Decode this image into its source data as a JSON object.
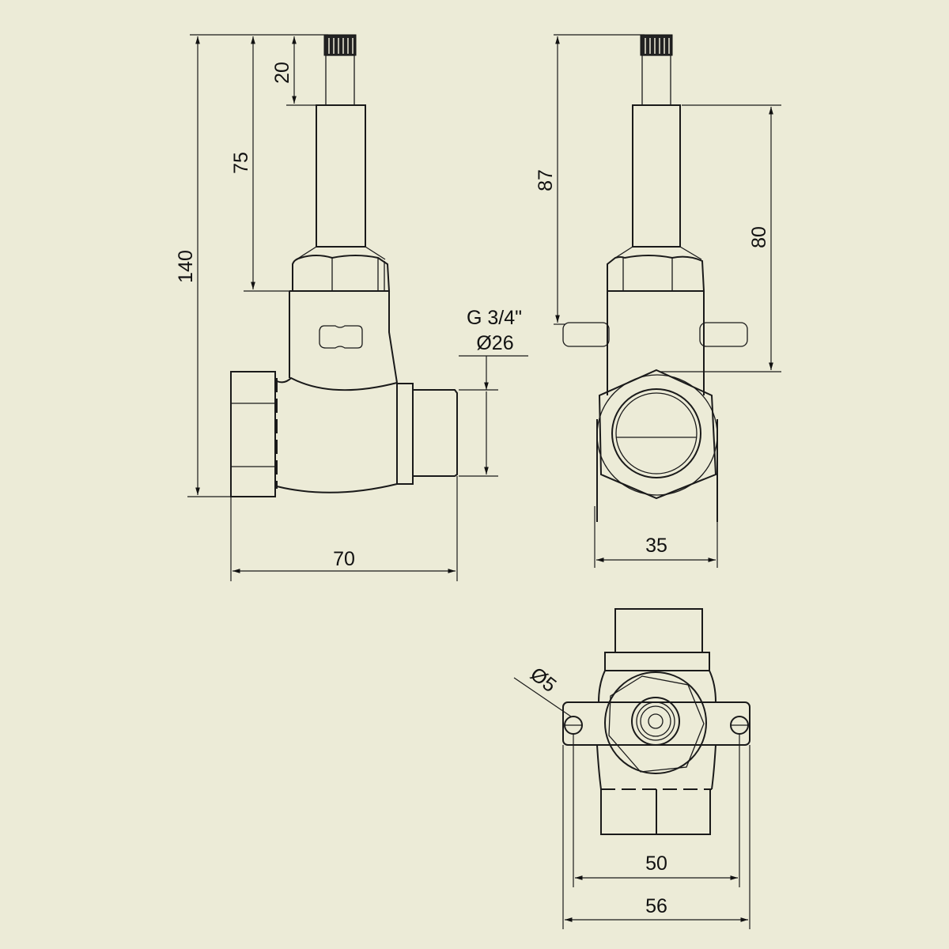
{
  "drawing": {
    "background_color": "#ECEBD7",
    "line_color": "#1a1a1a",
    "side_view": {
      "dim_total_height": "140",
      "dim_stem_to_body": "75",
      "dim_spindle": "20",
      "dim_length": "70",
      "thread_label": "G 3/4\"",
      "thread_diameter": "Ø26"
    },
    "front_view": {
      "dim_spindle_to_ears": "87",
      "dim_tube_to_nut": "80",
      "dim_width": "35"
    },
    "top_view": {
      "dim_hole_diameter": "Ø5",
      "dim_hole_spacing": "50",
      "dim_plate_width": "56"
    }
  }
}
